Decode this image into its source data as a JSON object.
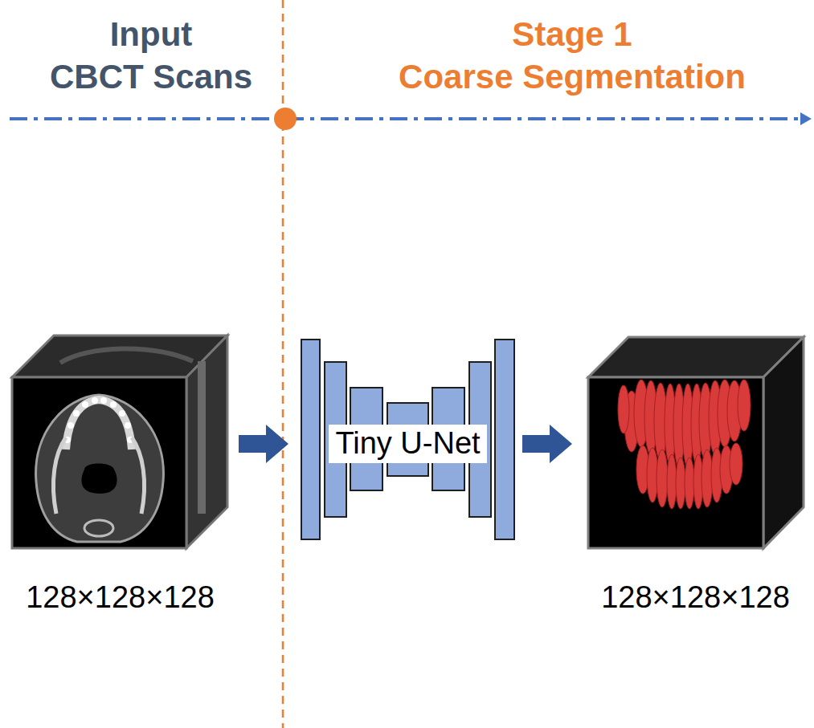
{
  "diagram": {
    "nodes": [
      {
        "text": [
          "128×128×128"
        ]
      },
      {
        "text": [
          "Tiny U-Net"
        ]
      },
      {
        "text": [
          "128×128×128"
        ]
      }
    ],
    "edges": [
      {
        "from": 0,
        "to": 1,
        "arrow": "to"
      },
      {
        "from": 1,
        "to": 2,
        "arrow": "to"
      }
    ],
    "labels": [
      "Input",
      "CBCT Scans",
      "Stage 1",
      "Coarse Segmentation"
    ]
  }
}
